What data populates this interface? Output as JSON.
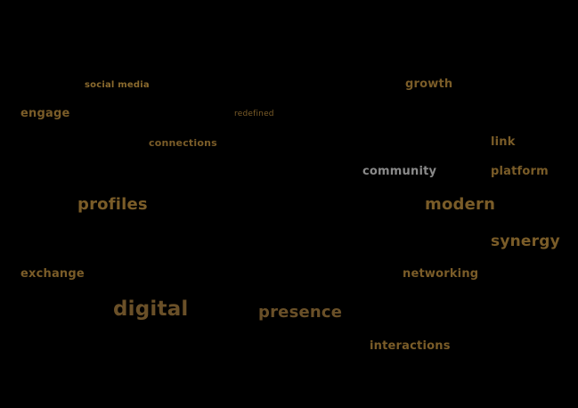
{
  "background_color": "#000000",
  "words": {
    "social_media": {
      "text": "social media",
      "color": "#8a6a2e"
    },
    "growth": {
      "text": "growth",
      "color": "#7a5c28"
    },
    "engage": {
      "text": "engage",
      "color": "#7a5c28"
    },
    "redefined": {
      "text": "redefined",
      "color": "#7a5c28"
    },
    "connections": {
      "text": "connections",
      "color": "#7a5c28"
    },
    "link": {
      "text": "link",
      "color": "#7a5c28"
    },
    "community": {
      "text": "community",
      "color": "#8a8a8a"
    },
    "platform": {
      "text": "platform",
      "color": "#7a5c28"
    },
    "profiles": {
      "text": "profiles",
      "color": "#7a5c28"
    },
    "modern": {
      "text": "modern",
      "color": "#7a5c28"
    },
    "synergy": {
      "text": "synergy",
      "color": "#7a5c28"
    },
    "exchange": {
      "text": "exchange",
      "color": "#7a5c28"
    },
    "networking": {
      "text": "networking",
      "color": "#7a5c28"
    },
    "digital": {
      "text": "digital",
      "color": "#6a5028"
    },
    "presence": {
      "text": "presence",
      "color": "#6a5028"
    },
    "interactions": {
      "text": "interactions",
      "color": "#7a5c28"
    }
  }
}
